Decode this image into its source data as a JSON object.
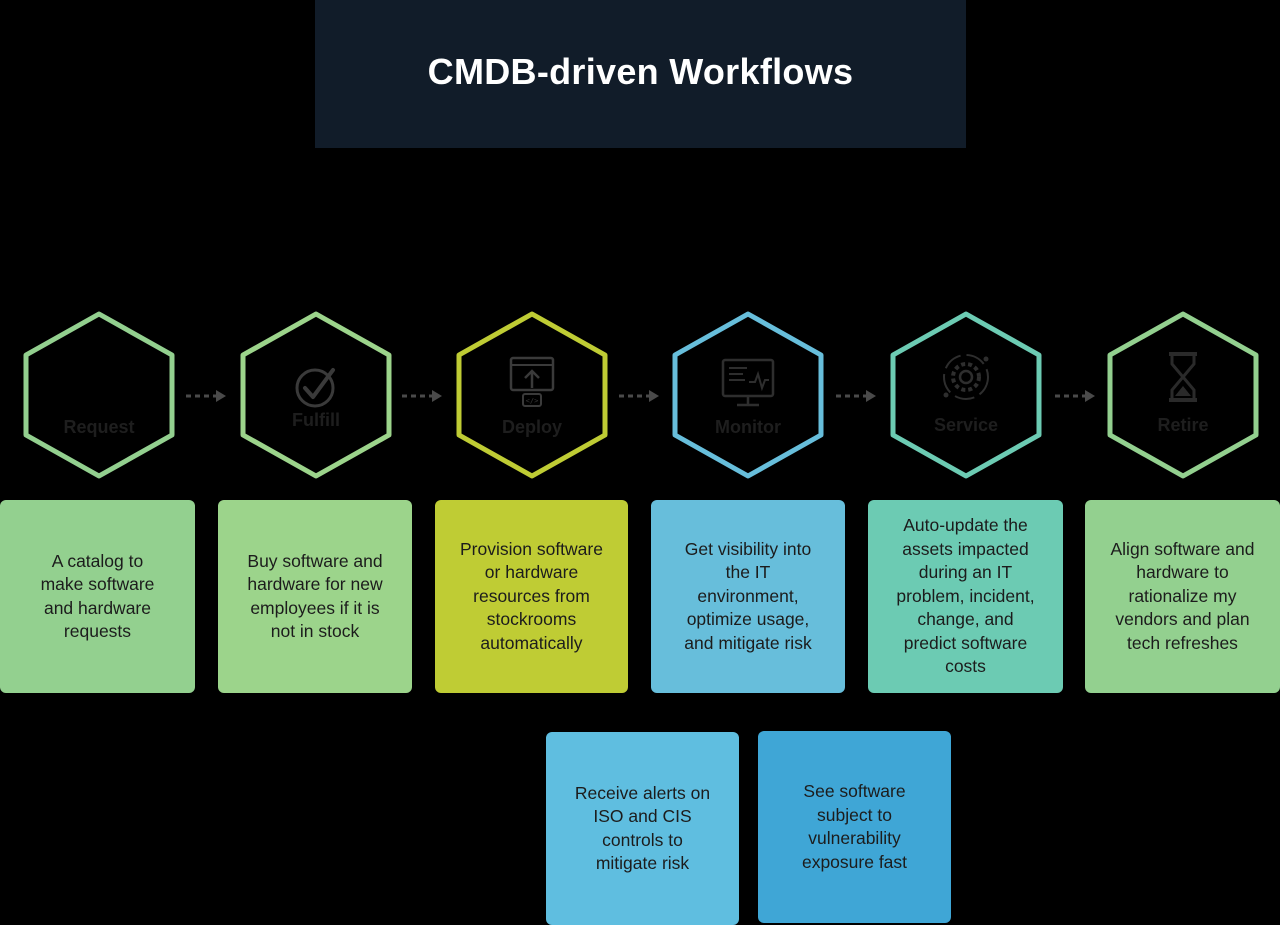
{
  "title": "CMDB-driven Workflows",
  "colors": {
    "background": "#000000",
    "title_box": "#111c29",
    "green": "#93d08f",
    "lightgreen": "#9cd48b",
    "lime": "#bfcc34",
    "blue": "#67bedb",
    "teal": "#6ccbb3",
    "sky": "#5fbee0",
    "deepblue": "#3fa6d6"
  },
  "stages": [
    {
      "label": "Request",
      "icon": "request-icon",
      "color": "#93d08f"
    },
    {
      "label": "Fulfill",
      "icon": "checkmark-circle-icon",
      "color": "#9cd48b"
    },
    {
      "label": "Deploy",
      "icon": "deploy-upload-icon",
      "color": "#bfcc34"
    },
    {
      "label": "Monitor",
      "icon": "monitor-icon",
      "color": "#67bedb"
    },
    {
      "label": "Service",
      "icon": "gear-icon",
      "color": "#6ccbb3"
    },
    {
      "label": "Retire",
      "icon": "hourglass-icon",
      "color": "#93d08f"
    }
  ],
  "cards": [
    {
      "text": "A catalog to\nmake software\nand hardware\nrequests",
      "color": "#93d08f"
    },
    {
      "text": "Buy software and\nhardware for new\nemployees if it is\nnot in stock",
      "color": "#9cd48b"
    },
    {
      "text": "Provision software\nor hardware\nresources from\nstockrooms\nautomatically",
      "color": "#bfcc34"
    },
    {
      "text": "Get visibility into\nthe IT\nenvironment,\noptimize usage,\nand mitigate risk",
      "color": "#67bedb"
    },
    {
      "text": "Auto-update the\nassets impacted\nduring an IT\nproblem, incident,\nchange, and\npredict software\ncosts",
      "color": "#6ccbb3"
    },
    {
      "text": "Align software and\nhardware to\nrationalize my\nvendors and plan\ntech refreshes",
      "color": "#93d08f"
    }
  ],
  "extra_cards": [
    {
      "text": "Receive alerts on\nISO and CIS\ncontrols to\nmitigate risk",
      "color": "#5fbee0"
    },
    {
      "text": "See software\nsubject to\nvulnerability\nexposure fast",
      "color": "#3fa6d6"
    }
  ]
}
